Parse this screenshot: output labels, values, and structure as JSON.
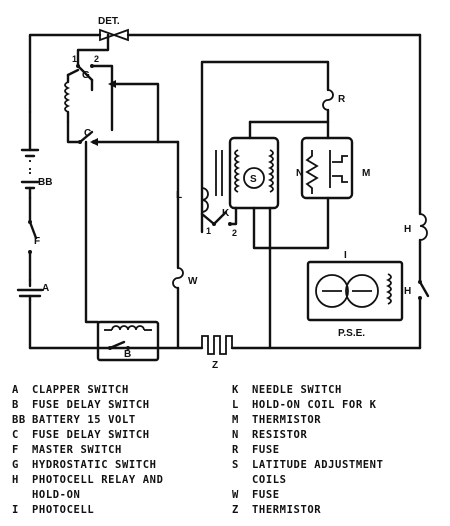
{
  "diagram_labels": {
    "det": "DET.",
    "bb": "BB",
    "f": "F",
    "a": "A",
    "g": "G",
    "g1": "1",
    "g2": "2",
    "c": "C",
    "b": "B",
    "z": "Z",
    "w": "W",
    "l": "L",
    "k": "K",
    "k1": "1",
    "k2": "2",
    "s": "S",
    "n": "N",
    "m": "M",
    "r": "R",
    "h_top": "H",
    "h_bot": "H",
    "i": "I",
    "pse": "P.S.E."
  },
  "legend": {
    "left": [
      {
        "key": "A",
        "text": "CLAPPER SWITCH"
      },
      {
        "key": "B",
        "text": "FUSE DELAY SWITCH"
      },
      {
        "key": "BB",
        "text": "BATTERY 15 VOLT"
      },
      {
        "key": "C",
        "text": "FUSE DELAY SWITCH"
      },
      {
        "key": "F",
        "text": "MASTER SWITCH"
      },
      {
        "key": "G",
        "text": "HYDROSTATIC SWITCH"
      },
      {
        "key": "H",
        "text": "PHOTOCELL RELAY AND"
      },
      {
        "key": "",
        "text": "HOLD-ON"
      },
      {
        "key": "I",
        "text": "PHOTOCELL"
      }
    ],
    "right": [
      {
        "key": "K",
        "text": "NEEDLE SWITCH"
      },
      {
        "key": "L",
        "text": "HOLD-ON COIL FOR K"
      },
      {
        "key": "M",
        "text": "THERMISTOR"
      },
      {
        "key": "N",
        "text": "RESISTOR"
      },
      {
        "key": "R",
        "text": "FUSE"
      },
      {
        "key": "S",
        "text": "LATITUDE ADJUSTMENT"
      },
      {
        "key": "",
        "text": "COILS"
      },
      {
        "key": "W",
        "text": "FUSE"
      },
      {
        "key": "Z",
        "text": "THERMISTOR"
      }
    ]
  }
}
